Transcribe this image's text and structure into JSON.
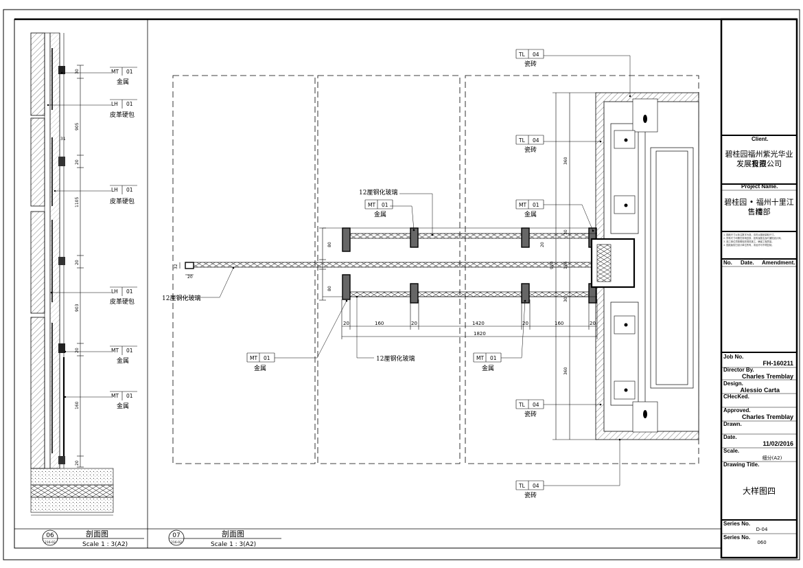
{
  "title_block": {
    "client_label": "Client.",
    "client_name_line1": "碧桂园福州紫光华业投资",
    "client_name_line2": "发展有限公司",
    "project_label": "Project Name.",
    "project_line1": "碧桂园 • 福州十里江湾",
    "project_line2": "售楼部",
    "notes": [
      "1. 图纸尺寸以标注数字为准，请勿从图纸量取尺寸。",
      "2. 所有尺寸均需在现场复核，如有误差应及时通知设计师。",
      "3. 施工单位须按照相关规范施工，确保工程质量。",
      "4. 图纸版权归设计单位所有，未经许可不得复制。"
    ],
    "no_label": "No.",
    "date_col_label": "Date.",
    "amendment_label": "Amendment.",
    "job_no_label": "Job No.",
    "job_no": "FH-160211",
    "director_label": "Director By.",
    "director": "Charles Tremblay",
    "design_label": "Design.",
    "design": "Alessio Carta",
    "checked_label": "CHecKed.",
    "approved_label": "Approved.",
    "approved": "Charles Tremblay",
    "drawn_label": "Drawn.",
    "date_label": "Date.",
    "date": "11/02/2016",
    "scale_label": "Scale.",
    "scale": "细分(A2)",
    "drawing_title_label": "Drawing Title.",
    "drawing_title": "大样图四",
    "series_no_label": "Series No.",
    "series_no": "D-04",
    "series_no2_label": "Series No.",
    "series_no2": "060"
  },
  "views": [
    {
      "number": "06",
      "ref": "216-02",
      "name": "剖面图",
      "scale": "Scale 1 : 3(A2)"
    },
    {
      "number": "07",
      "ref": "216-02",
      "name": "剖面图",
      "scale": "Scale 1 : 3(A2)"
    }
  ],
  "left_tags": [
    {
      "code": "MT",
      "num": "01",
      "label": "金属"
    },
    {
      "code": "LH",
      "num": "01",
      "label": "皮革硬包"
    },
    {
      "code": "LH",
      "num": "01",
      "label": "皮革硬包"
    },
    {
      "code": "LH",
      "num": "01",
      "label": "皮革硬包"
    },
    {
      "code": "MT",
      "num": "01",
      "label": "金属"
    },
    {
      "code": "MT",
      "num": "01",
      "label": "金属"
    }
  ],
  "left_dims": [
    "30",
    "905",
    "31",
    "20",
    "1105",
    "20",
    "903",
    "20",
    "160",
    "20"
  ],
  "main_tags": [
    {
      "code": "TL",
      "num": "04",
      "label": "瓷砖"
    },
    {
      "code": "TL",
      "num": "04",
      "label": "瓷砖"
    },
    {
      "code": "MT",
      "num": "01",
      "label": "金属"
    },
    {
      "code": "MT",
      "num": "01",
      "label": "金属"
    },
    {
      "code": "MT",
      "num": "01",
      "label": "金属"
    },
    {
      "code": "MT",
      "num": "01",
      "label": "金属"
    },
    {
      "code": "TL",
      "num": "04",
      "label": "瓷砖"
    },
    {
      "code": "TL",
      "num": "04",
      "label": "瓷砖"
    }
  ],
  "main_labels": {
    "glass_top": "12厘钢化玻璃",
    "glass_left": "12厘钢化玻璃",
    "glass_bottom": "12厘钢化玻璃"
  },
  "main_dims": {
    "h_bottom": [
      "20",
      "160",
      "20",
      "1420",
      "20",
      "160",
      "20"
    ],
    "h_total": "1820",
    "v_right": [
      "360",
      "920",
      "136",
      "360"
    ],
    "v_small": [
      "30",
      "30",
      "20"
    ],
    "v_left": [
      "80",
      "80"
    ],
    "tip": [
      "32",
      "20"
    ]
  }
}
